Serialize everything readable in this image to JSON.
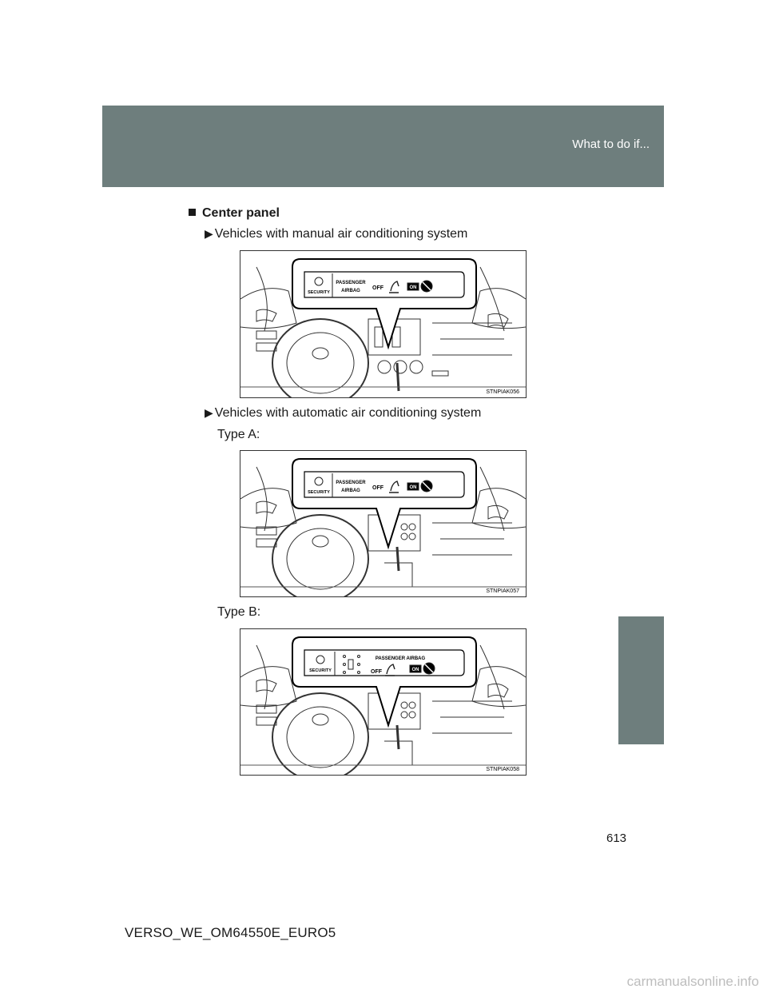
{
  "header": {
    "title": "What to do if..."
  },
  "section": {
    "heading": "Center panel"
  },
  "items": [
    {
      "bullet": "Vehicles with manual air conditioning system"
    },
    {
      "bullet": "Vehicles with automatic air conditioning system"
    }
  ],
  "types": [
    "Type A:",
    "Type B:"
  ],
  "figures": [
    {
      "code": "STNPIAK056",
      "security": "SECURITY",
      "passenger": "PASSENGER",
      "airbag": "AIRBAG",
      "off": "OFF",
      "on": "ON"
    },
    {
      "code": "STNPIAK057",
      "security": "SECURITY",
      "passenger": "PASSENGER",
      "airbag": "AIRBAG",
      "off": "OFF",
      "on": "ON"
    },
    {
      "code": "STNPIAK058",
      "security": "SECURITY",
      "passenger_airbag": "PASSENGER   AIRBAG",
      "off": "OFF",
      "on": "ON"
    }
  ],
  "footer": {
    "page_number": "613",
    "doc_code": "VERSO_WE_OM64550E_EURO5",
    "watermark": "carmanualsonline.info"
  }
}
